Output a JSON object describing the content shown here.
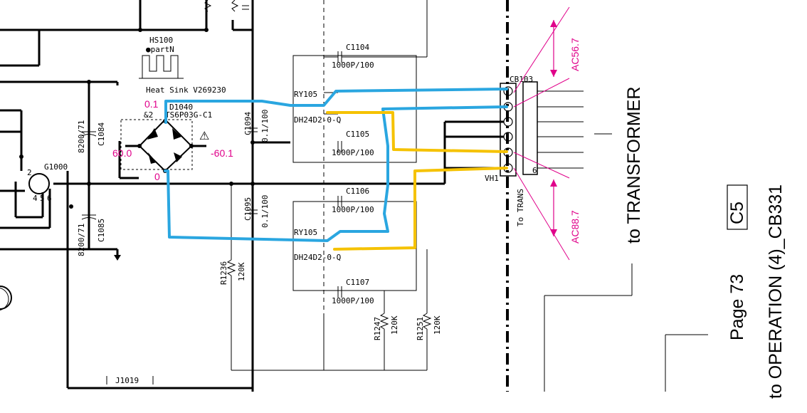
{
  "components": {
    "hs100": {
      "ref": "HS100",
      "part": "●partN",
      "desc": "Heat Sink V269230"
    },
    "d1040": {
      "ref": "D1040",
      "sub": "&2",
      "part": "TS6P03G-C1"
    },
    "c1084": {
      "ref": "C1084",
      "val": "8200/71"
    },
    "c1085": {
      "ref": "C1085",
      "val": "8200/71"
    },
    "c1094": {
      "ref": "C1094",
      "val": "0.1/100"
    },
    "c1095": {
      "ref": "C1095",
      "val": "0.1/100"
    },
    "c1104": {
      "ref": "C1104",
      "val": "1000P/100"
    },
    "c1105": {
      "ref": "C1105",
      "val": "1000P/100"
    },
    "c1106": {
      "ref": "C1106",
      "val": "1000P/100"
    },
    "c1107": {
      "ref": "C1107",
      "val": "1000P/100"
    },
    "ry105_top": {
      "ref": "RY105",
      "part": "DH24D2-0-Q"
    },
    "ry105_bot": {
      "ref": "RY105",
      "part": "DH24D2-0-Q"
    },
    "r1236": {
      "ref": "R1236",
      "val": "120K"
    },
    "r1247": {
      "ref": "R1247",
      "val": "120K"
    },
    "r1251": {
      "ref": "R1251",
      "val": "120K"
    },
    "g1000": {
      "ref": "G1000"
    },
    "j1019": {
      "ref": "J1019"
    },
    "cb103": {
      "ref": "CB103",
      "vh": "VH1",
      "to": "To TRANS",
      "pin_last": "6"
    }
  },
  "voltages": {
    "v_top": "0.1",
    "v_left": "60.0",
    "v_right": "-60.1",
    "v_bottom": "0",
    "ac_top": "AC56.7",
    "ac_bottom": "AC88.7"
  },
  "pins": [
    "2",
    "4",
    "5",
    "6"
  ],
  "annotations": {
    "to_transformer": "to TRANSFORMER",
    "page_ref": "Page 73",
    "grid_ref": "C5",
    "to_operation": "to OPERATION (4)_CB331"
  },
  "colors": {
    "blue_wire": "#2aa6e0",
    "yellow_wire": "#f5c200",
    "magenta": "#e0008a"
  }
}
